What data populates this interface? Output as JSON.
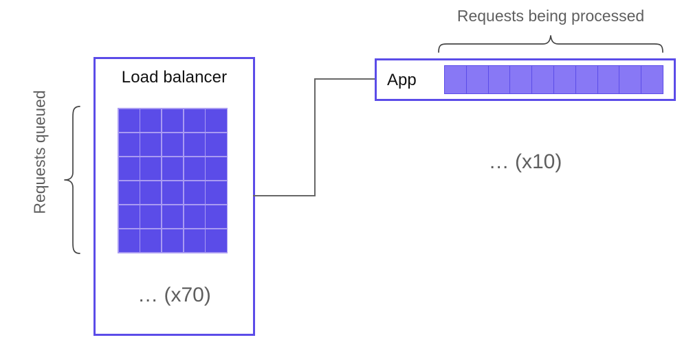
{
  "diagram": {
    "title": "Load balancer queue and app processing diagram",
    "colors": {
      "accent_border": "#5B4CE8",
      "queue_cell_fill": "#5B4CE8",
      "queue_grid_line": "#A99BF2",
      "app_slot_fill": "#8878F5",
      "label_text": "#5F5F5F",
      "heading_text": "#111111",
      "connector_line": "#666666",
      "background": "#FFFFFF"
    },
    "load_balancer": {
      "title": "Load balancer",
      "multiplier_label": "… (x70)",
      "queue": {
        "columns": 5,
        "rows": 6,
        "cell_count": 30
      },
      "bracket_label": "Requests queued"
    },
    "app": {
      "label": "App",
      "multiplier_label": "… (x10)",
      "slot_count": 10,
      "bracket_label": "Requests being processed"
    },
    "connector": {
      "name": "load-balancer-to-app-connector"
    }
  }
}
